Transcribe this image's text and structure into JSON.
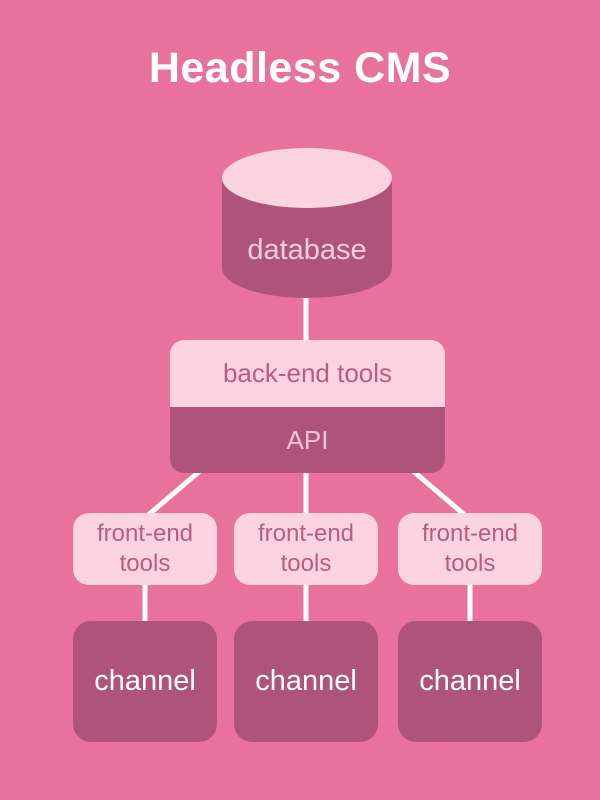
{
  "title": "Headless CMS",
  "colors": {
    "background": "#e8729c",
    "light_pink_fill": "#fcd3e0",
    "dark_mauve_fill": "#ae5478",
    "text_on_light": "#bd5b7e",
    "api_text": "#f2c3d5",
    "database_text": "#f8ccdc",
    "channel_text": "#ffffff",
    "connector": "#ffffff"
  },
  "nodes": {
    "database": {
      "label": "database"
    },
    "backend_tools": {
      "label": "back-end tools"
    },
    "api": {
      "label": "API"
    },
    "frontend_tools": [
      {
        "label": "front-end tools"
      },
      {
        "label": "front-end tools"
      },
      {
        "label": "front-end tools"
      }
    ],
    "channels": [
      {
        "label": "channel"
      },
      {
        "label": "channel"
      },
      {
        "label": "channel"
      }
    ]
  },
  "edges": [
    "database -> back-end tools",
    "API -> front-end tools (left)",
    "API -> front-end tools (middle)",
    "API -> front-end tools (right)",
    "front-end tools (left) -> channel (left)",
    "front-end tools (middle) -> channel (middle)",
    "front-end tools (right) -> channel (right)"
  ]
}
